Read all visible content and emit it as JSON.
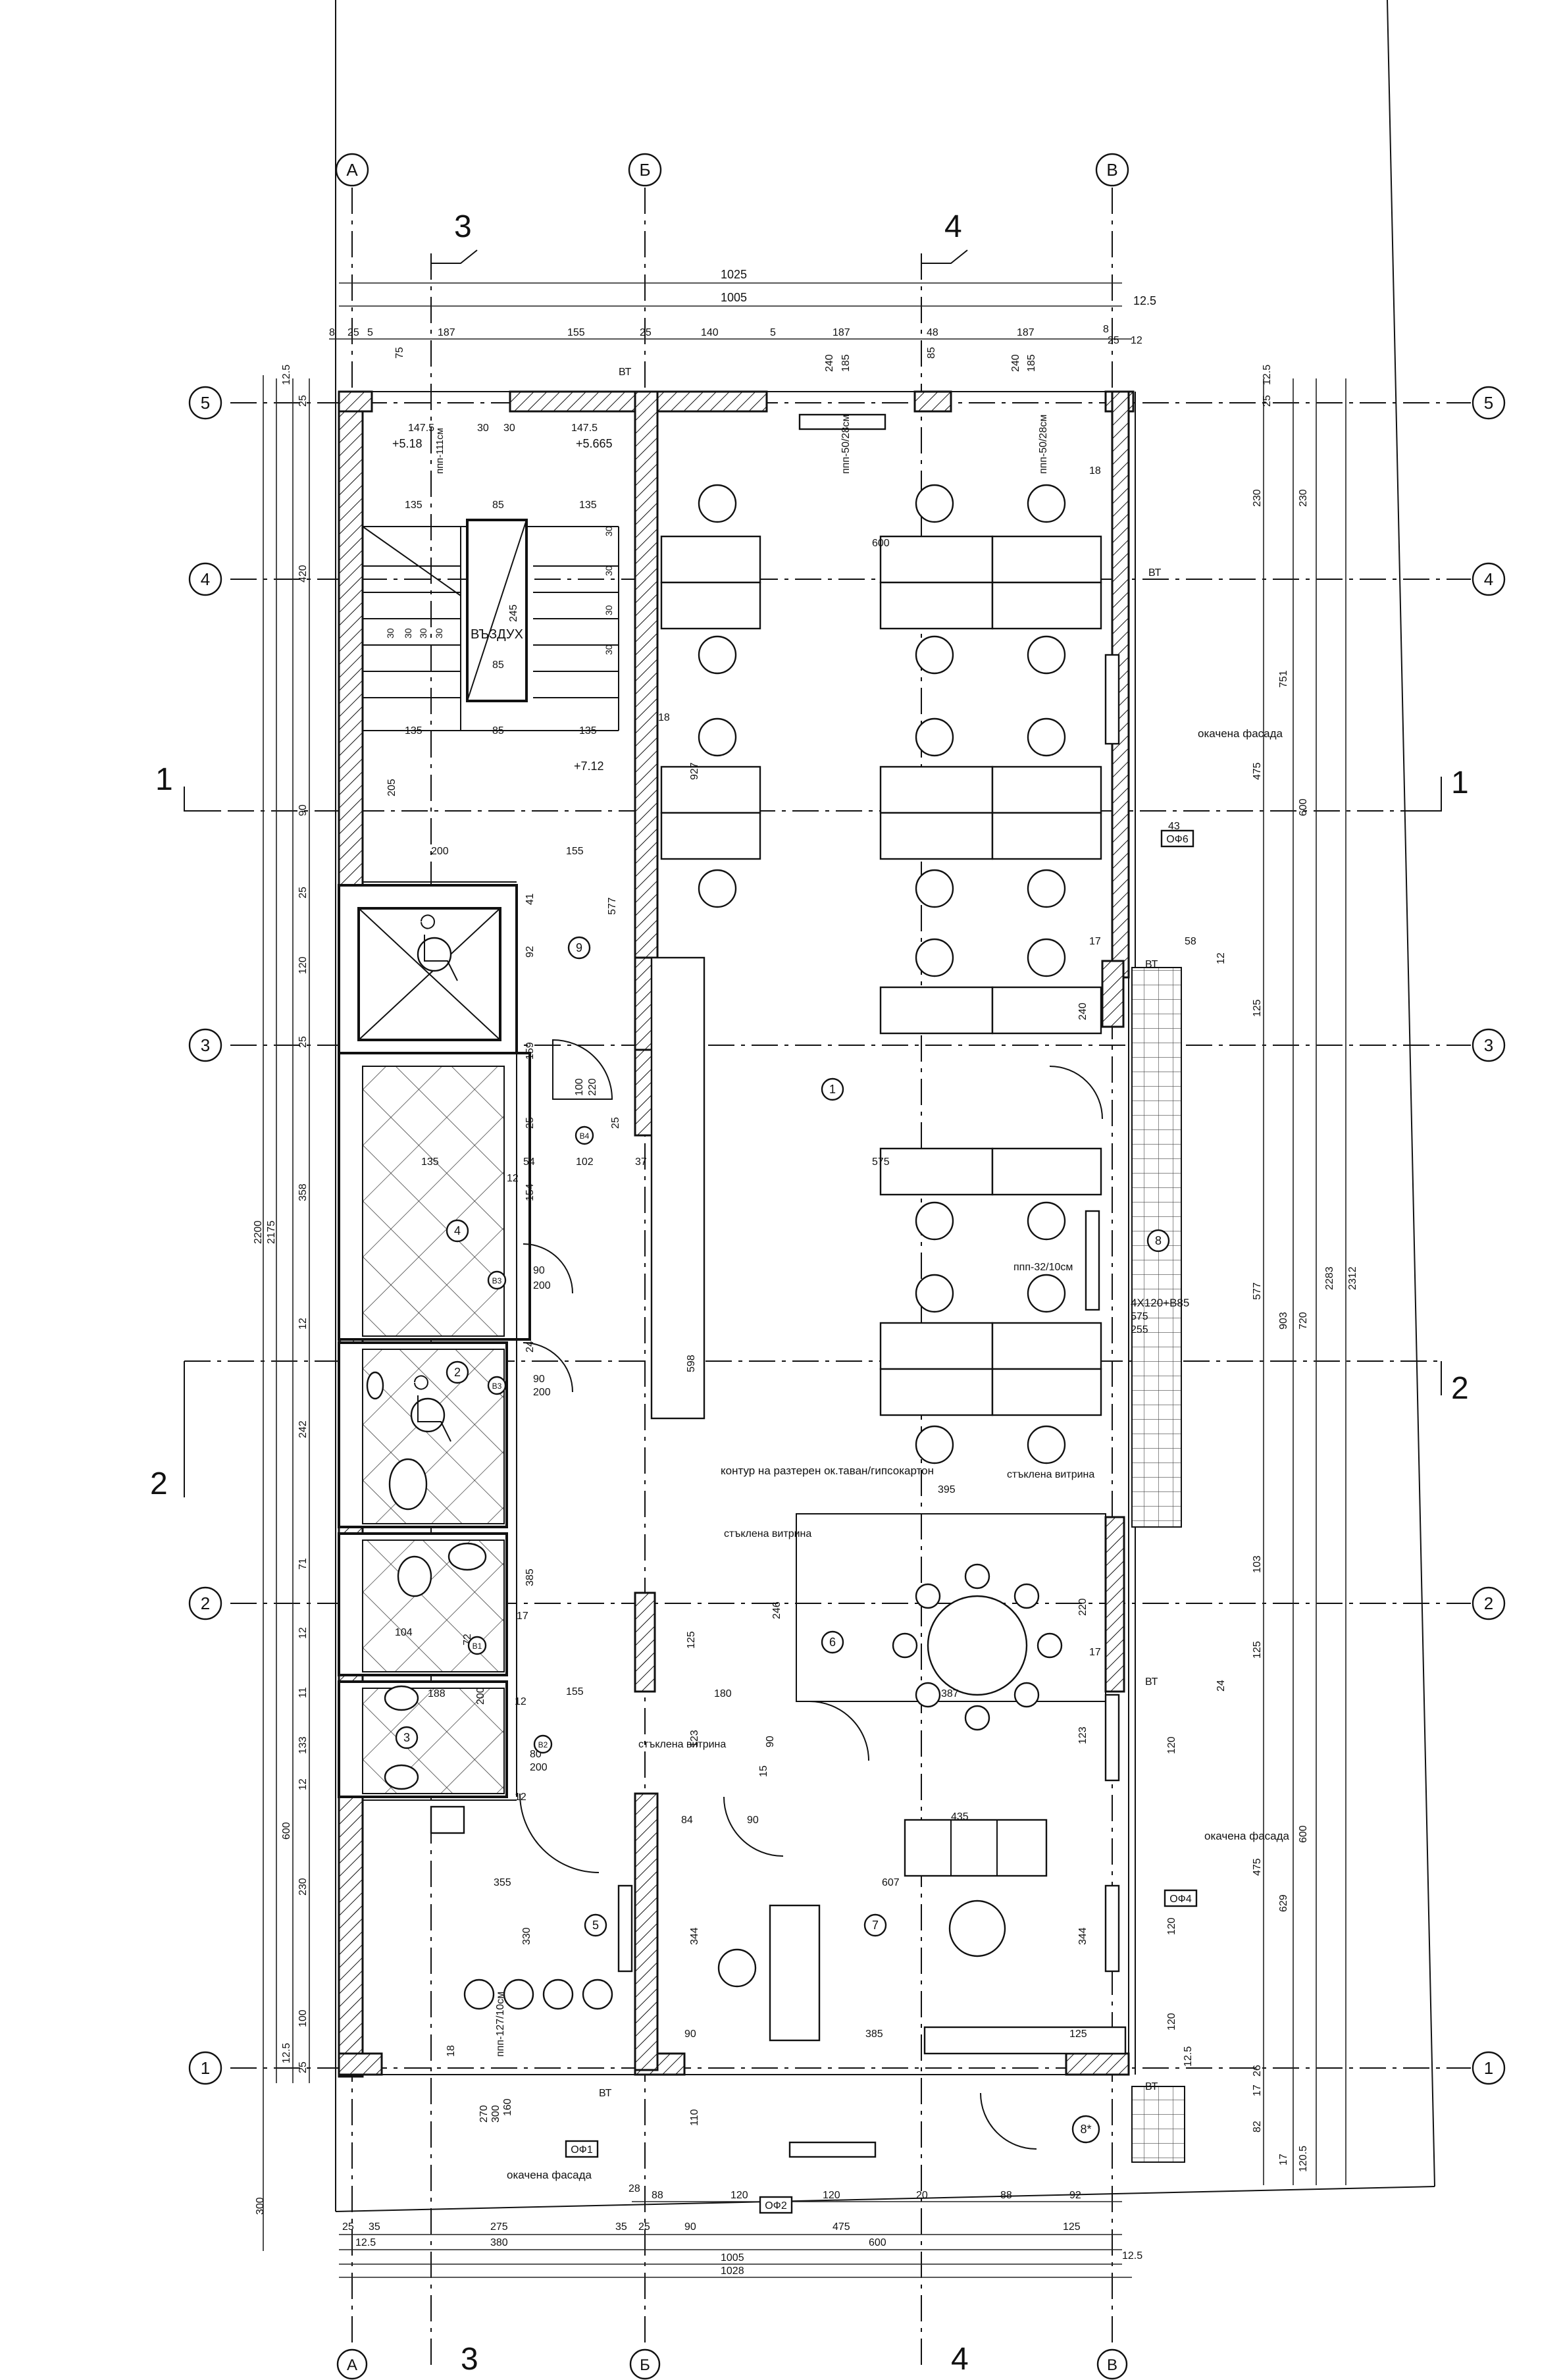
{
  "grid": {
    "columns": [
      "А",
      "Б",
      "В"
    ],
    "rows": [
      "5",
      "4",
      "3",
      "2",
      "1"
    ],
    "sections": [
      {
        "label": "1",
        "side": "left"
      },
      {
        "label": "1",
        "side": "right"
      },
      {
        "label": "2",
        "side": "left"
      },
      {
        "label": "2",
        "side": "right"
      },
      {
        "label": "3",
        "side": "top"
      },
      {
        "label": "4",
        "side": "top"
      },
      {
        "label": "3",
        "side": "bottom"
      },
      {
        "label": "4",
        "side": "bottom"
      }
    ]
  },
  "dimensions_top": [
    "1025",
    "1005",
    "12.5",
    "8",
    "25",
    "5",
    "75",
    "187",
    "155",
    "25",
    "140",
    "5",
    "240",
    "185",
    "187",
    "85",
    "48",
    "240",
    "185",
    "187",
    "8",
    "25",
    "12"
  ],
  "dimensions_bottom": [
    "25",
    "35",
    "275",
    "35",
    "25",
    "90",
    "475",
    "125",
    "12.5",
    "380",
    "600",
    "1005",
    "1028",
    "12.5",
    "28",
    "88",
    "120",
    "120",
    "20",
    "88",
    "92"
  ],
  "dimensions_left": [
    "12.5",
    "25",
    "420",
    "90",
    "25",
    "120",
    "25",
    "358",
    "12",
    "242",
    "71",
    "12",
    "11",
    "133",
    "12",
    "600",
    "230",
    "100",
    "12.5",
    "25",
    "300",
    "2200",
    "2175"
  ],
  "dimensions_right": [
    "12.5",
    "25",
    "230",
    "230",
    "751",
    "475",
    "600",
    "125",
    "577",
    "903",
    "720",
    "2283",
    "2312",
    "103",
    "125",
    "120",
    "600",
    "475",
    "629",
    "120",
    "120",
    "12.5",
    "125",
    "26",
    "17",
    "82",
    "120.5",
    "17"
  ],
  "levels": [
    "+5.18",
    "+5.665",
    "+7.12"
  ],
  "stair": {
    "label": "ВЪЗДУХ",
    "dims": [
      "147.5",
      "147.5",
      "135",
      "85",
      "135",
      "135",
      "85",
      "135",
      "85",
      "30",
      "30",
      "245",
      "205",
      "200",
      "155",
      "577"
    ],
    "steps": [
      "30",
      "30",
      "30",
      "30",
      "30",
      "30",
      "30",
      "30"
    ],
    "note": "ппп-111см"
  },
  "rooms": [
    {
      "num": "1"
    },
    {
      "num": "2"
    },
    {
      "num": "3"
    },
    {
      "num": "4"
    },
    {
      "num": "5"
    },
    {
      "num": "6"
    },
    {
      "num": "7"
    },
    {
      "num": "8"
    },
    {
      "num": "8*"
    },
    {
      "num": "9"
    }
  ],
  "doors": [
    {
      "code": "В4",
      "w": "100",
      "h": "220"
    },
    {
      "code": "В3",
      "w": "90",
      "h": "200"
    },
    {
      "code": "В3",
      "w": "90",
      "h": "200"
    },
    {
      "code": "В1",
      "w": "72",
      "h": "200"
    },
    {
      "code": "В2",
      "w": "80",
      "h": "200"
    }
  ],
  "windows": [
    {
      "code": "ОФ6"
    },
    {
      "code": "ОФ4"
    },
    {
      "code": "ОФ1"
    },
    {
      "code": "ОФ2"
    }
  ],
  "vt": [
    "ВТ",
    "ВТ",
    "ВТ",
    "ВТ",
    "ВТ",
    "ВТ"
  ],
  "radiators": [
    "ппп-50/28см",
    "ппп-50/28см",
    "ппп-32/10см",
    "ппп-127/10см"
  ],
  "notes": {
    "facade_right_top": "окачена фасада",
    "facade_right_bottom": "окачена фасада",
    "facade_bottom": "окачена фасада",
    "ceiling": "контур на разтерен ок.таван/гипсокартон",
    "glass_1": "стъклена витрина",
    "glass_2": "стъклена витрина",
    "glass_3": "стъклена витрина",
    "panel": "4Х120+В85",
    "panel_dims": [
      "575",
      "255"
    ]
  },
  "interior_dims": [
    "600",
    "18",
    "927",
    "18",
    "575",
    "54",
    "102",
    "37",
    "135",
    "12",
    "154",
    "159",
    "25",
    "25",
    "92",
    "41",
    "598",
    "24",
    "385",
    "104",
    "17",
    "155",
    "188",
    "180",
    "12",
    "12",
    "123",
    "84",
    "90",
    "15",
    "90",
    "435",
    "607",
    "355",
    "330",
    "344",
    "344",
    "385",
    "125",
    "90",
    "110",
    "18",
    "270",
    "300",
    "160",
    "395",
    "246",
    "125",
    "387",
    "220",
    "17",
    "24",
    "123",
    "43",
    "58",
    "240",
    "17",
    "12"
  ]
}
